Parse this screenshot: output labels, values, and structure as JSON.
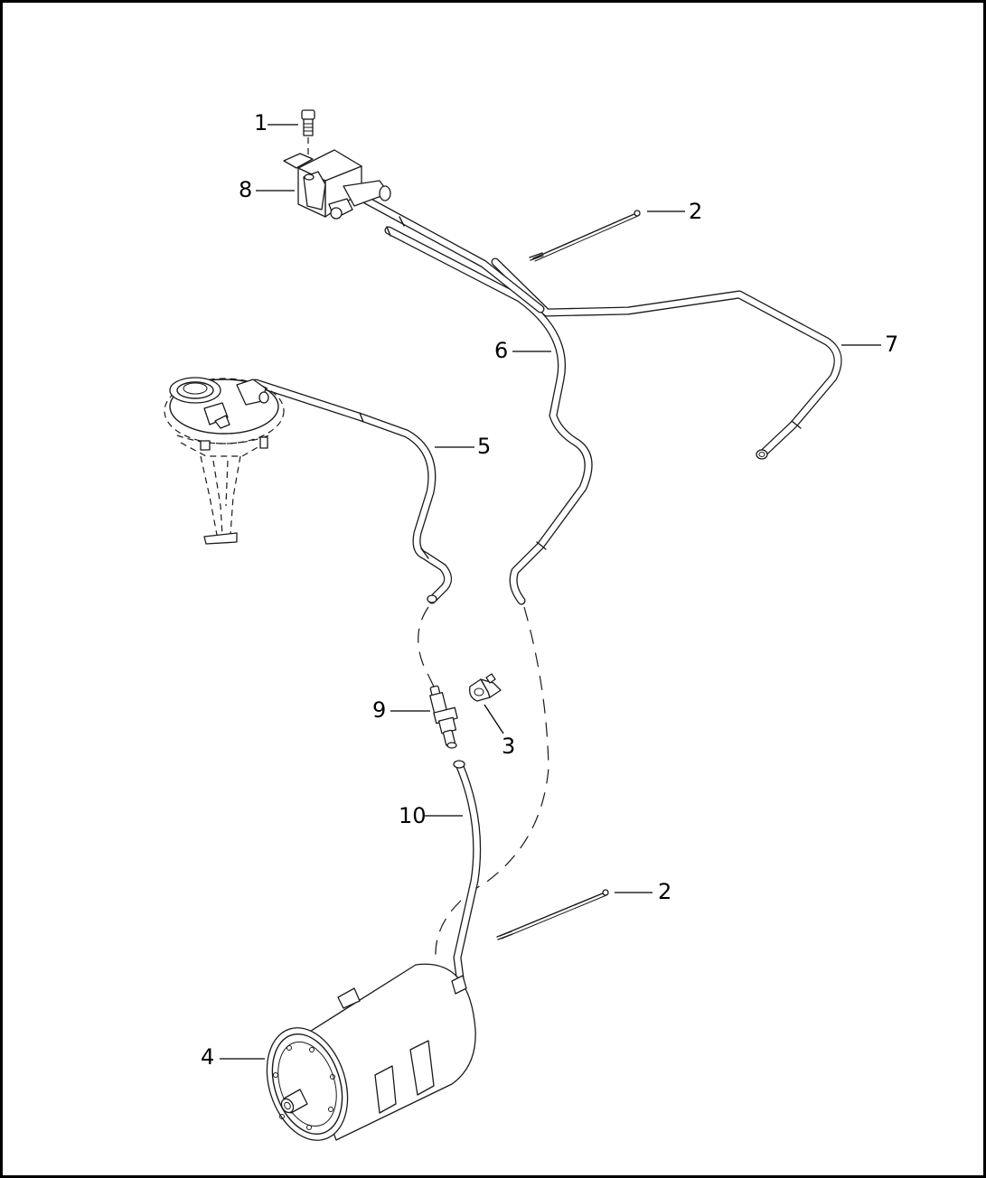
{
  "callouts": [
    {
      "id": "1",
      "label": "1",
      "part": "screw"
    },
    {
      "id": "8",
      "label": "8",
      "part": "purge-valve"
    },
    {
      "id": "2a",
      "label": "2",
      "part": "cable-strap-upper"
    },
    {
      "id": "7",
      "label": "7",
      "part": "vent-hose-7"
    },
    {
      "id": "6",
      "label": "6",
      "part": "vapor-hose-6"
    },
    {
      "id": "5",
      "label": "5",
      "part": "vapor-hose-5"
    },
    {
      "id": "9",
      "label": "9",
      "part": "check-valve"
    },
    {
      "id": "3",
      "label": "3",
      "part": "hose-clip"
    },
    {
      "id": "10",
      "label": "10",
      "part": "hose-10"
    },
    {
      "id": "2b",
      "label": "2",
      "part": "cable-strap-lower"
    },
    {
      "id": "4",
      "label": "4",
      "part": "evap-canister"
    }
  ],
  "colors": {
    "line": "#1a1a1a",
    "background": "#ffffff",
    "border": "#000000"
  }
}
